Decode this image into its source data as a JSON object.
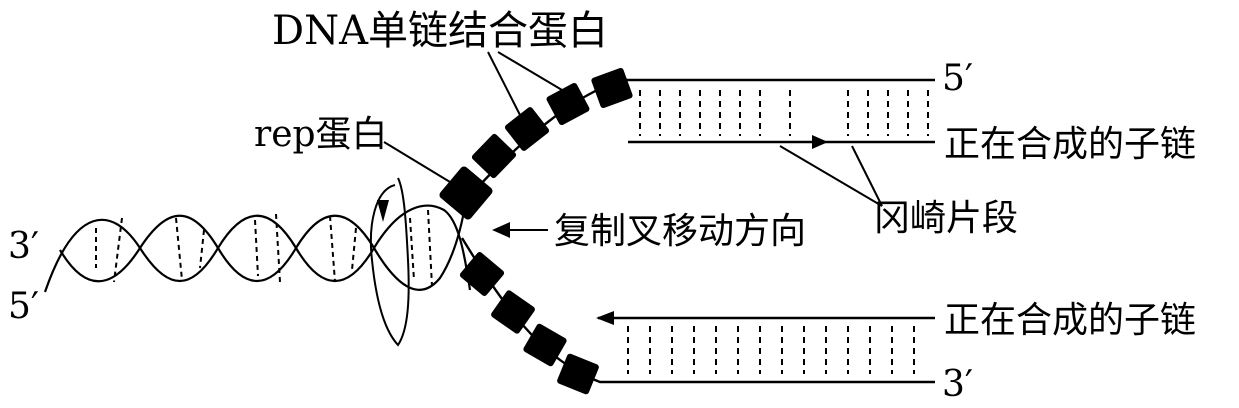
{
  "labels": {
    "ssb_protein": "DNA单链结合蛋白",
    "rep_protein": "rep蛋白",
    "fork_direction": "复制叉移动方向",
    "okazaki": "冈崎片段",
    "daughter_top": "正在合成的子链",
    "daughter_bottom": "正在合成的子链",
    "end_top_right": "5′",
    "end_bottom_right": "3′",
    "end_left_upper": "3′",
    "end_left_lower": "5′"
  },
  "colors": {
    "ink": "#000000",
    "background": "#ffffff"
  }
}
